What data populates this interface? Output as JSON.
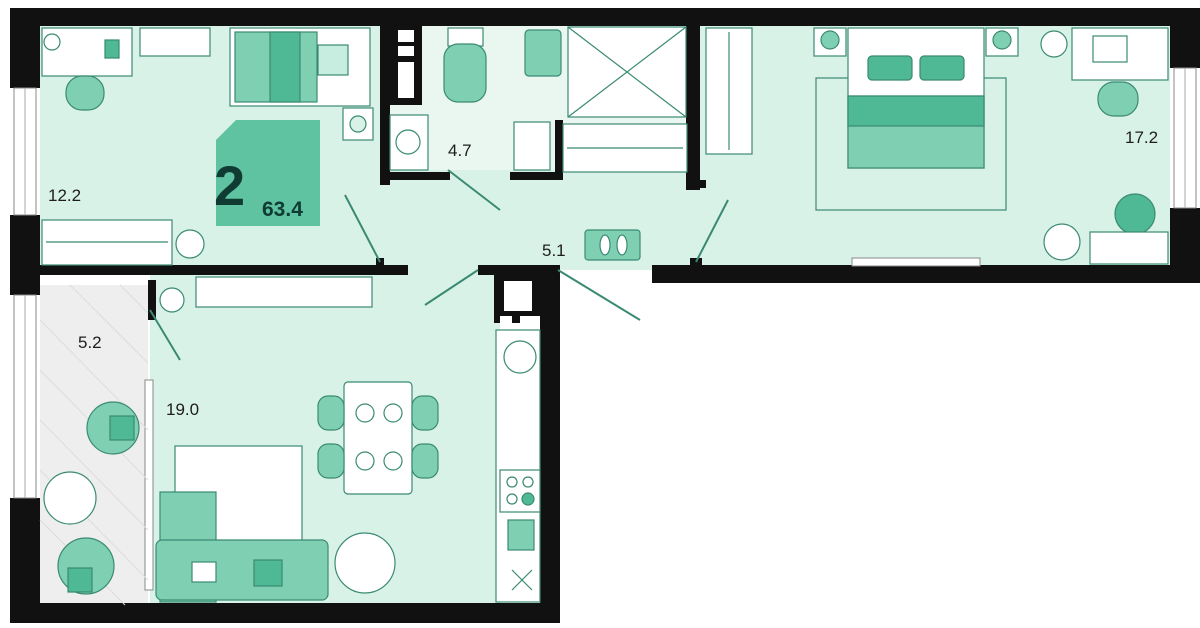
{
  "colors": {
    "wall": "#111111",
    "floor": "#d9f2e8",
    "bath_floor": "#eaf7f1",
    "balcony": "#eeeeee",
    "accent": "#7fd0b3",
    "accent_dark": "#4fb894",
    "outline": "#3a8a73",
    "badge_bg": "#5fc2a1",
    "badge_text": "#0f3b33"
  },
  "apartment": {
    "rooms": "2",
    "total_area": "63.4"
  },
  "rooms": [
    {
      "id": "bedroom-small",
      "area": "12.2"
    },
    {
      "id": "bathroom",
      "area": "4.7"
    },
    {
      "id": "hallway",
      "area": "5.1"
    },
    {
      "id": "bedroom-main",
      "area": "17.2"
    },
    {
      "id": "balcony",
      "area": "5.2"
    },
    {
      "id": "living-kitchen",
      "area": "19.0"
    }
  ]
}
